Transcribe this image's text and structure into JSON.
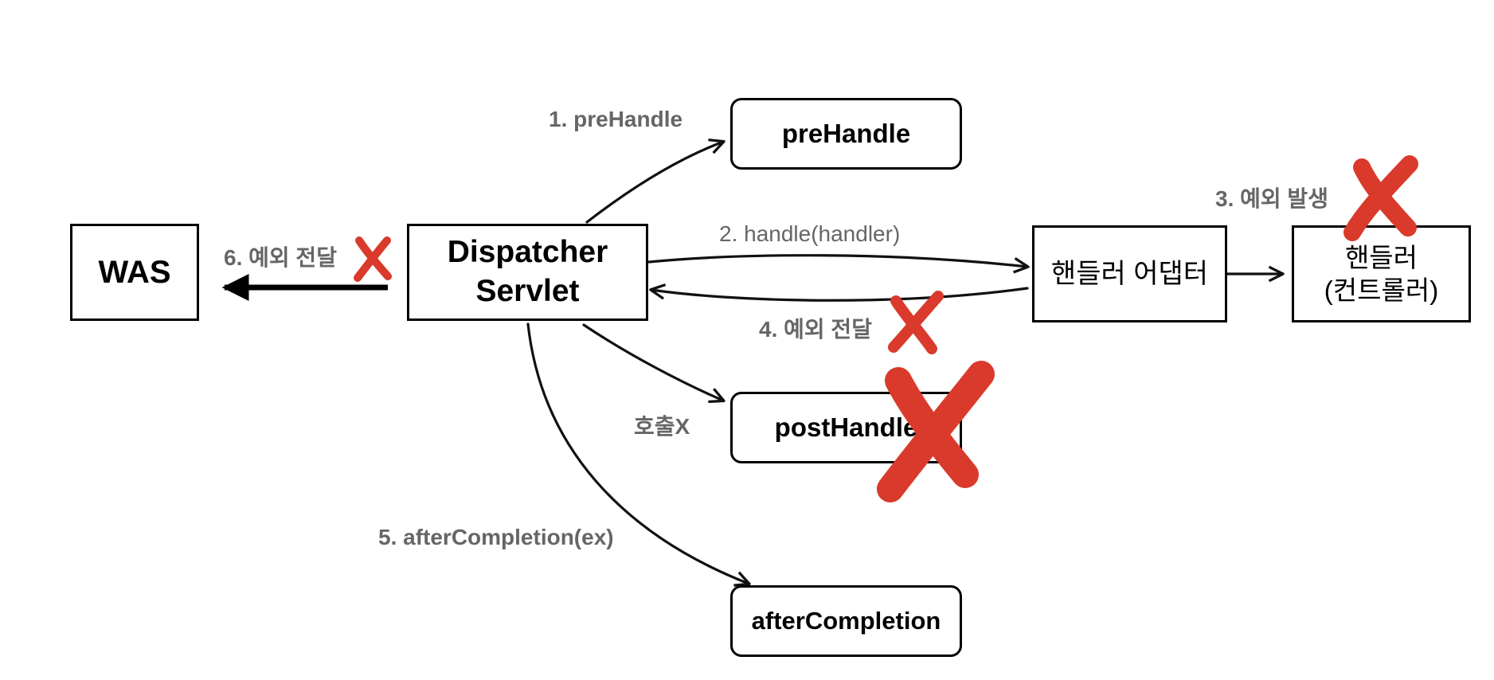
{
  "nodes": {
    "was": {
      "label": "WAS"
    },
    "dispatcher": {
      "label": "Dispatcher\nServlet"
    },
    "prehandle": {
      "label": "preHandle"
    },
    "posthandle": {
      "label": "postHandle"
    },
    "aftercompletion": {
      "label": "afterCompletion"
    },
    "adapter": {
      "label": "핸들러 어댑터"
    },
    "handler": {
      "label": "핸들러\n(컨트롤러)"
    }
  },
  "edges": {
    "prehandle_call": {
      "label": "1. preHandle"
    },
    "handle_call": {
      "label": "2. handle(handler)"
    },
    "exception_raised": {
      "label": "3. 예외 발생"
    },
    "exception_to_dispatcher": {
      "label": "4. 예외 전달"
    },
    "aftercompletion_call": {
      "label": "5. afterCompletion(ex)"
    },
    "exception_to_was": {
      "label": "6. 예외 전달"
    },
    "posthandle_skipped": {
      "label": "호출X"
    }
  },
  "colors": {
    "line": "#111111",
    "label": "#666666",
    "cross": "#d93a2b"
  },
  "marks": {
    "cross_icon": "x-mark-icon"
  }
}
